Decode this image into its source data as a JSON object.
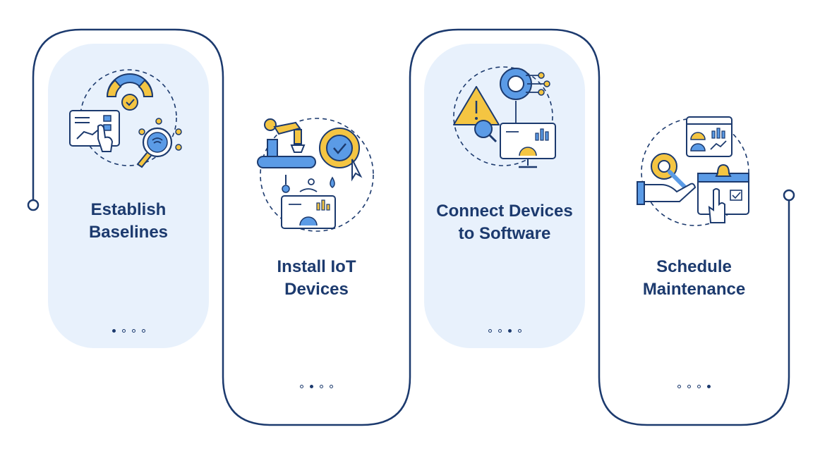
{
  "colors": {
    "navy": "#1c3a6e",
    "card_fill": "#e8f1fc",
    "icon_blue": "#5b9be6",
    "icon_yellow": "#f4c542",
    "background": "#ffffff"
  },
  "steps": [
    {
      "title_line1": "Establish",
      "title_line2": "Baselines",
      "icon": "baseline-gauge-icon",
      "dots": [
        true,
        false,
        false,
        false
      ]
    },
    {
      "title_line1": "Install IoT",
      "title_line2": "Devices",
      "icon": "iot-robot-arm-icon",
      "dots": [
        false,
        true,
        false,
        false
      ]
    },
    {
      "title_line1": "Connect Devices",
      "title_line2": "to Software",
      "icon": "software-gear-alert-icon",
      "dots": [
        false,
        false,
        true,
        false
      ]
    },
    {
      "title_line1": "Schedule",
      "title_line2": "Maintenance",
      "icon": "maintenance-calendar-icon",
      "dots": [
        false,
        false,
        false,
        true
      ]
    }
  ]
}
